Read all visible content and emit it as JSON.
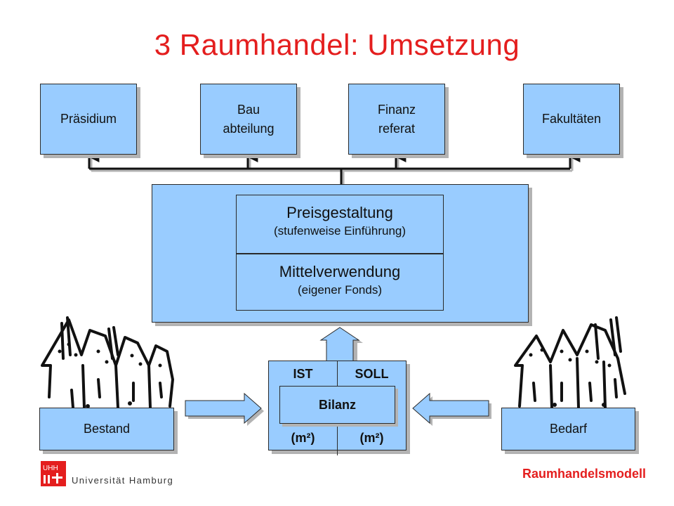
{
  "title": "3  Raumhandel: Umsetzung",
  "top_boxes": [
    {
      "lines": [
        "Präsidium"
      ]
    },
    {
      "lines": [
        "Bau",
        "abteilung"
      ]
    },
    {
      "lines": [
        "Finanz",
        "referat"
      ]
    },
    {
      "lines": [
        "Fakultäten"
      ]
    }
  ],
  "center": {
    "preis": {
      "title": "Preisgestaltung",
      "subtitle": "(stufenweise Einführung)"
    },
    "mittel": {
      "title": "Mittelverwendung",
      "subtitle": "(eigener Fonds)"
    }
  },
  "balance": {
    "ist": "IST",
    "soll": "SOLL",
    "unit_left": "(m²)",
    "unit_right": "(m²)",
    "center_label": "Bilanz"
  },
  "bestand": "Bestand",
  "bedarf": "Bedarf",
  "footer_label": "Raumhandelsmodell",
  "logo": {
    "mark": "UHH",
    "text": "Universität Hamburg"
  },
  "colors": {
    "title": "#e41e1e",
    "box_fill": "#99ccff",
    "shadow": "#b3b3b3",
    "arrow_fill": "#99ccff"
  }
}
